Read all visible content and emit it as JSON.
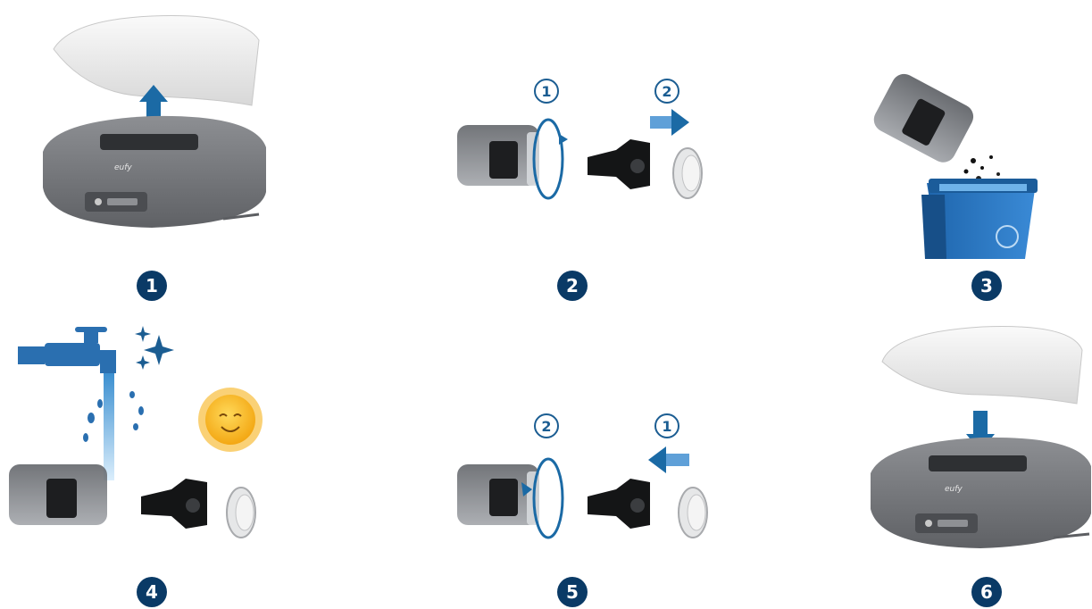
{
  "steps": [
    {
      "number": "1"
    },
    {
      "number": "2",
      "substeps": [
        "1",
        "2"
      ]
    },
    {
      "number": "3"
    },
    {
      "number": "4"
    },
    {
      "number": "5",
      "substeps": [
        "2",
        "1"
      ]
    },
    {
      "number": "6"
    }
  ],
  "brand_logo_text": "eufy",
  "colors": {
    "badge": "#0a3a66",
    "arrow_blue": "#1b6aa5",
    "bin_blue": "#2b78c2",
    "sun_yellow": "#f6b21b",
    "robot_gray": "#7a7c80"
  }
}
